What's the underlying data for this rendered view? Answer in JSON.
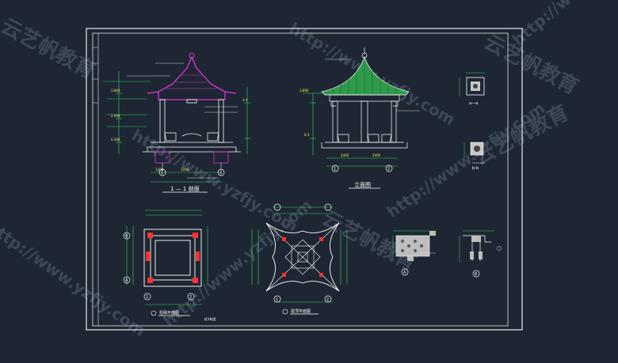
{
  "sheet": {
    "views": {
      "section_title": "1 — 1 剖面",
      "elevation_title": "立面图",
      "column_plan_title": "柱础平面图",
      "roof_plan_title": "屋顶平面图",
      "column_plan_caption": "柱1构造"
    },
    "details": {
      "aa_label": "a—a",
      "bb_label": "b-b",
      "detail_a": "A",
      "detail_b": "B"
    },
    "grid_bubbles": {
      "one": "1",
      "two": "2",
      "a": "A",
      "b": "B"
    }
  },
  "watermark": {
    "brand": "云艺帆教育",
    "url": "http://www.yzfjy.com"
  },
  "colors": {
    "background": "#1e2633",
    "frame": "#e8e8e8",
    "roof": "#2f9a4a",
    "accent": "#d838d8",
    "column": "#ff3030",
    "dimension": "#30d860",
    "line": "#ffffff",
    "watermark": "#3c4757"
  }
}
